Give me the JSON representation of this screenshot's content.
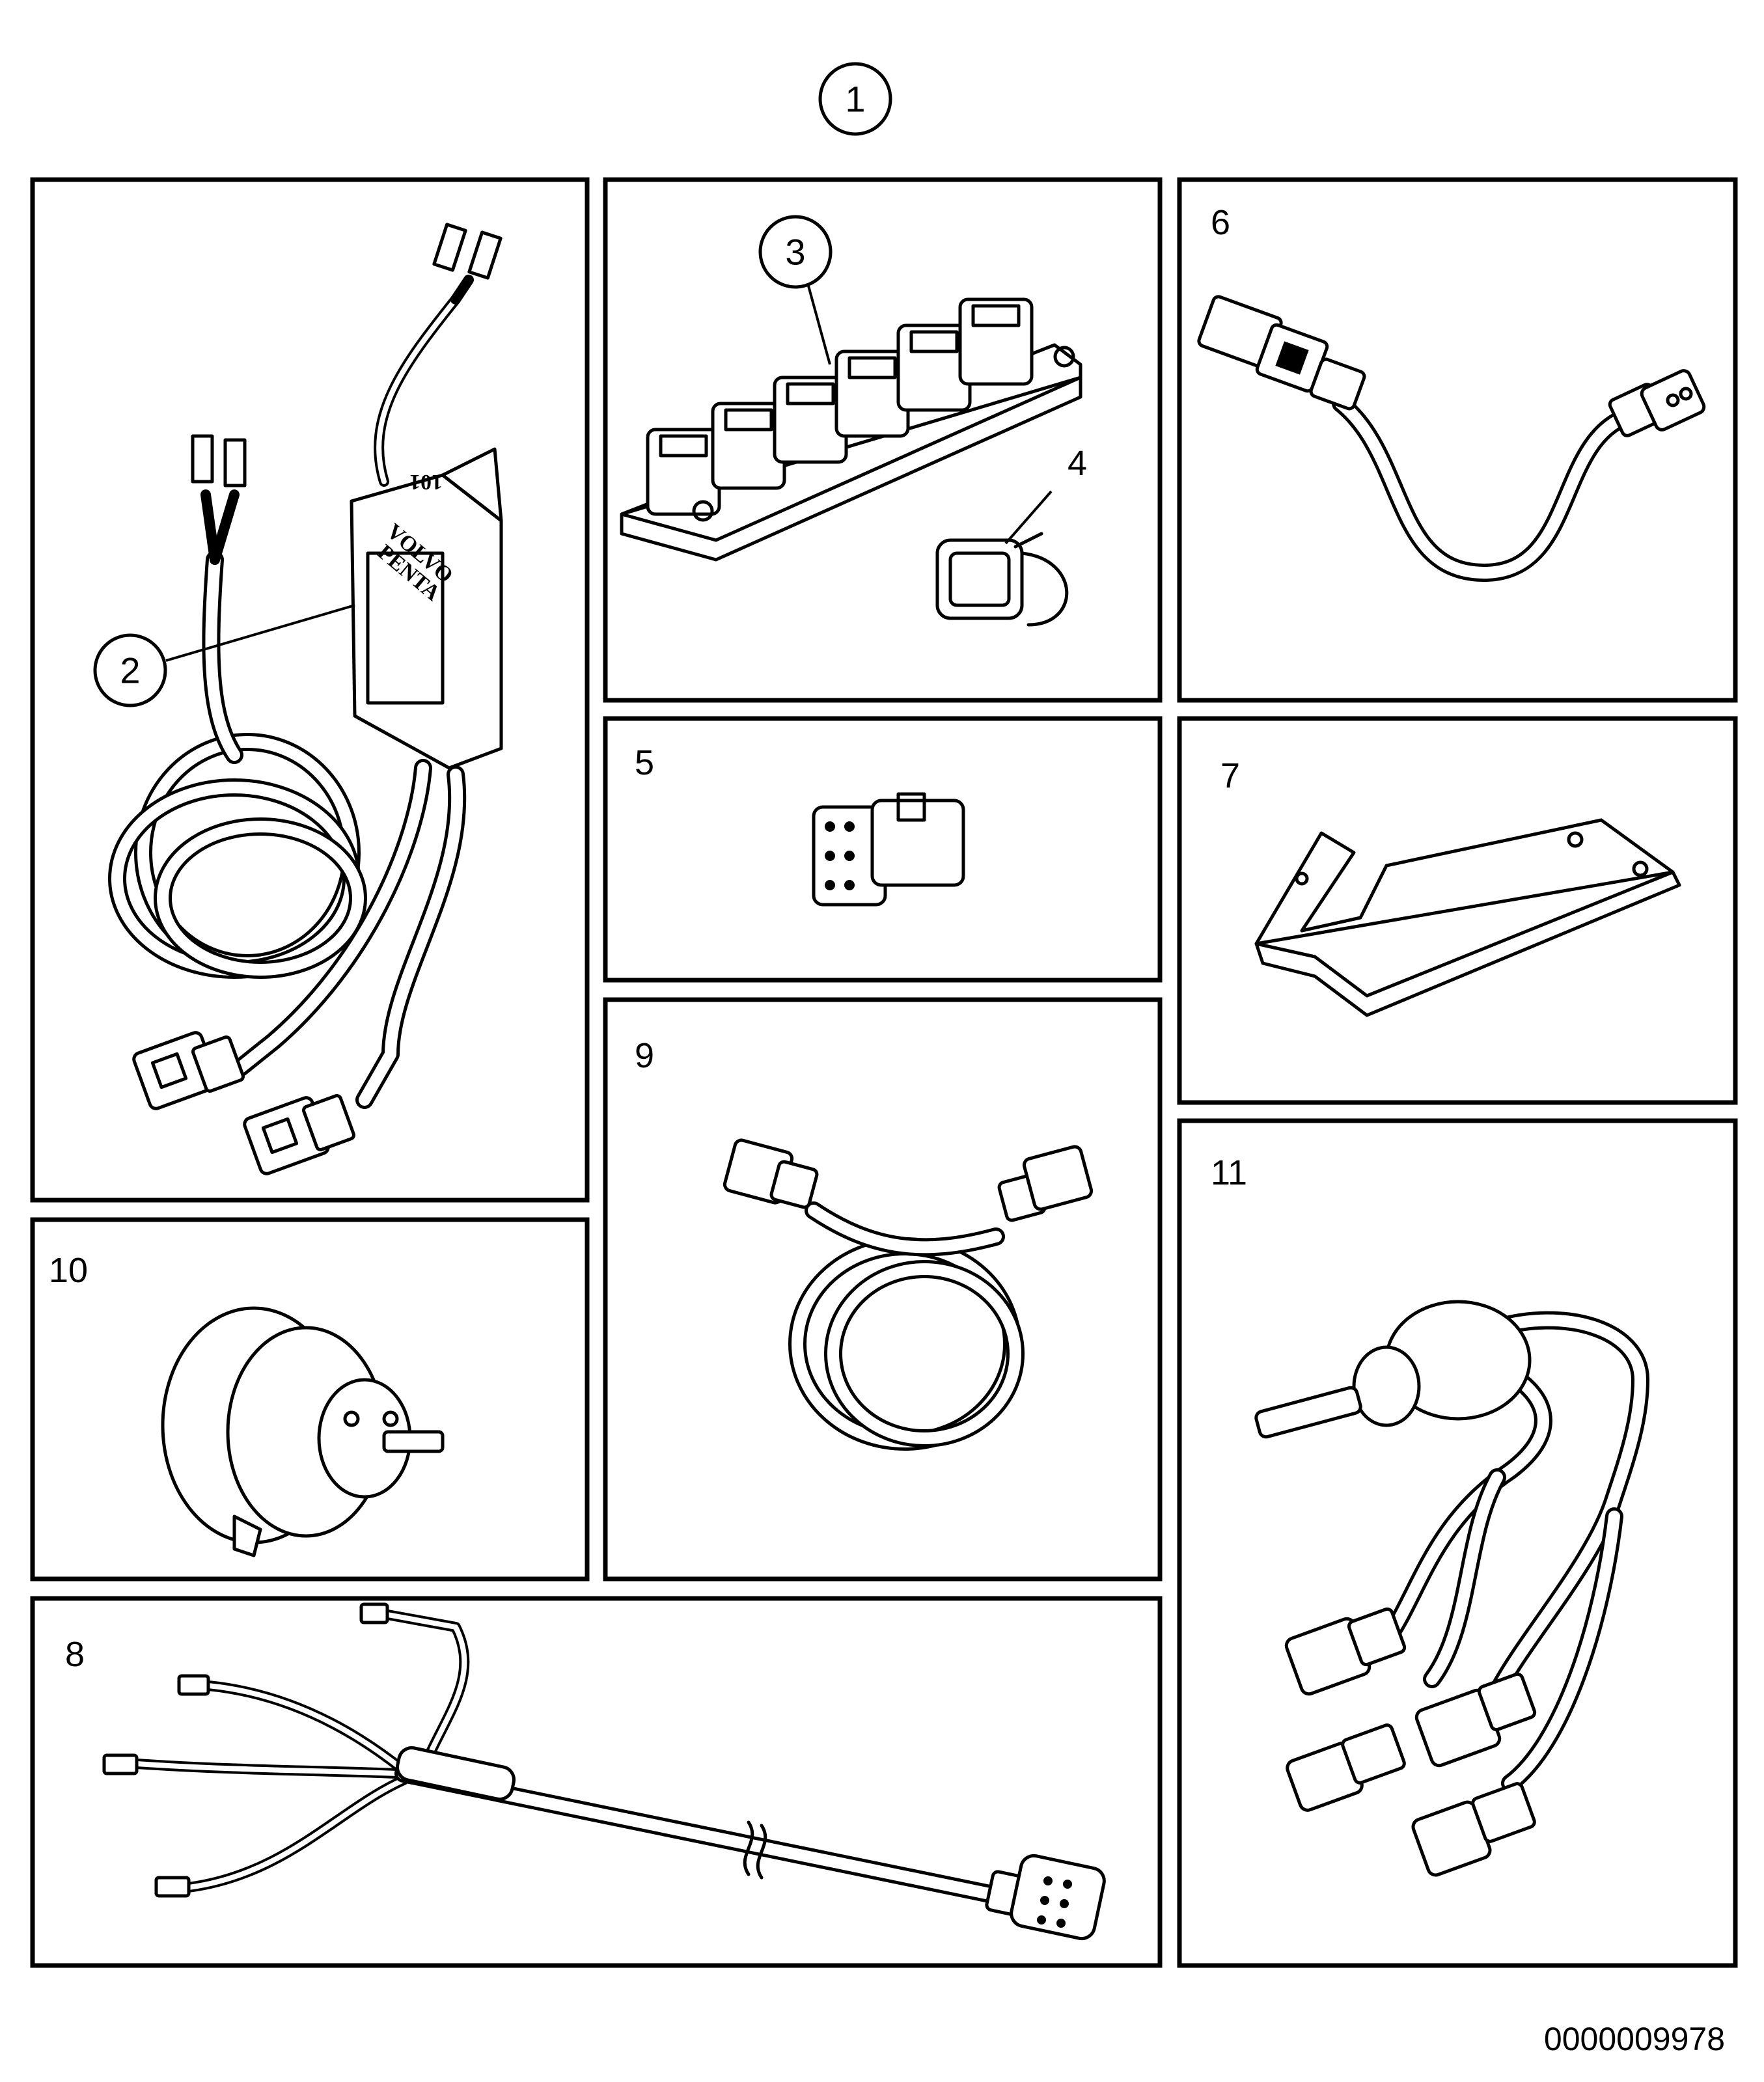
{
  "callouts": {
    "assembly": "1",
    "control_unit": "2",
    "connector_block": "3",
    "plug": "4"
  },
  "panels": {
    "p5": "5",
    "p6": "6",
    "p7": "7",
    "p8": "8",
    "p9": "9",
    "p10": "10",
    "p11": "11"
  },
  "module_brand": {
    "line1": "VOLVO",
    "line2": "PENTA",
    "mark": "101"
  },
  "drawing_number": "0000009978"
}
